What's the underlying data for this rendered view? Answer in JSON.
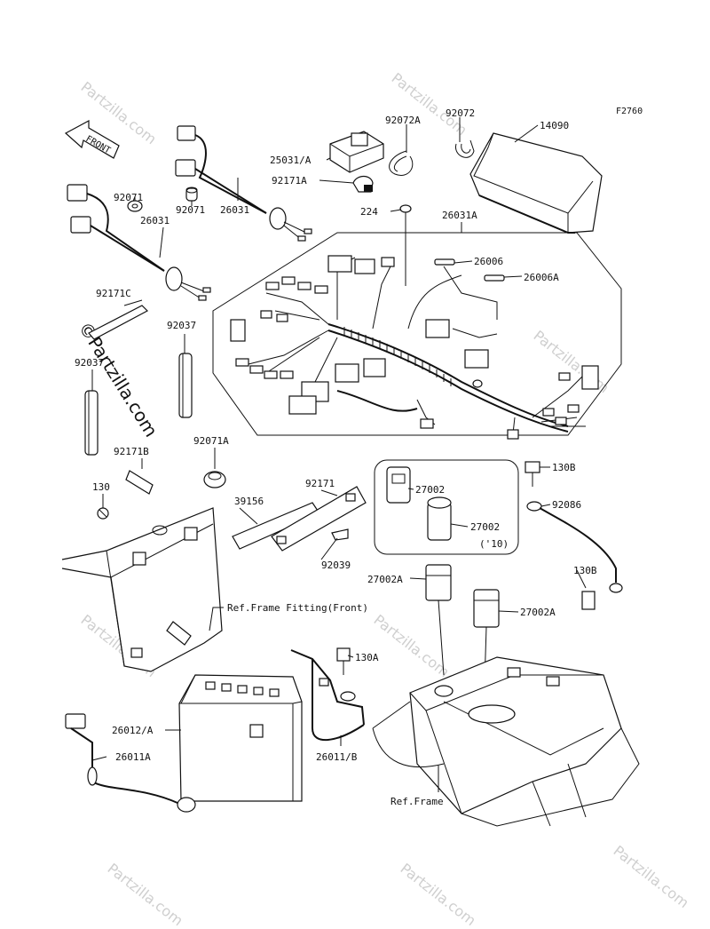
{
  "figure_code": "F2760",
  "front_arrow_label": "FRONT",
  "labels": {
    "p92072A": "92072A",
    "p92072": "92072",
    "p14090": "14090",
    "p25031A": "25031/A",
    "p92171A": "92171A",
    "p224": "224",
    "p26031A": "26031A",
    "p92071_a": "92071",
    "p92071_b": "92071",
    "p26031_a": "26031",
    "p26031_b": "26031",
    "p26006": "26006",
    "p26006A": "26006A",
    "p92171C": "92171C",
    "p92037_a": "92037",
    "p92037_b": "92037",
    "p92171B": "92171B",
    "p92071A": "92071A",
    "p130": "130",
    "p130B_a": "130B",
    "p130B_b": "130B",
    "p92086": "92086",
    "p27002_a": "27002",
    "p27002_b": "27002",
    "p27002_year": "('10)",
    "p39156": "39156",
    "p92171": "92171",
    "p92039": "92039",
    "p27002A_a": "27002A",
    "p27002A_b": "27002A",
    "ref_frame_fitting": "Ref.Frame Fitting(Front)",
    "p130A": "130A",
    "p26012A": "26012/A",
    "p26011A": "26011A",
    "p26011B": "26011/B",
    "ref_frame": "Ref.Frame"
  },
  "watermark": {
    "text": "Partzilla.com",
    "prominent": "©Partzilla.com"
  }
}
